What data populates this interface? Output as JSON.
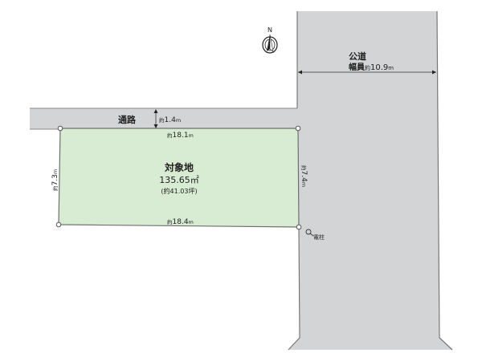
{
  "compass": {
    "label": "N"
  },
  "public_road": {
    "title": "公道",
    "width_label_prefix": "幅員",
    "width_label_approx": "約",
    "width_value": "10.9",
    "width_unit": "m",
    "fill": "#d3d4d5",
    "stroke": "#7a7a7a"
  },
  "passage": {
    "title": "通路",
    "width_approx": "約",
    "width_value": "1.4",
    "width_unit": "m",
    "fill": "#d3d4d5"
  },
  "lot": {
    "title": "対象地",
    "area": "135.65㎡",
    "area_tsubo": "(約41.03坪)",
    "fill": "#d8ebd3",
    "stroke": "#6f6f6f",
    "dimensions": {
      "top": {
        "approx": "約",
        "value": "18.1",
        "unit": "m"
      },
      "bottom": {
        "approx": "約",
        "value": "18.4",
        "unit": "m"
      },
      "left": {
        "approx": "約",
        "value": "7.3",
        "unit": "m"
      },
      "right": {
        "approx": "約",
        "value": "7.4",
        "unit": "m"
      }
    }
  },
  "utility_pole": {
    "label": "電柱"
  }
}
